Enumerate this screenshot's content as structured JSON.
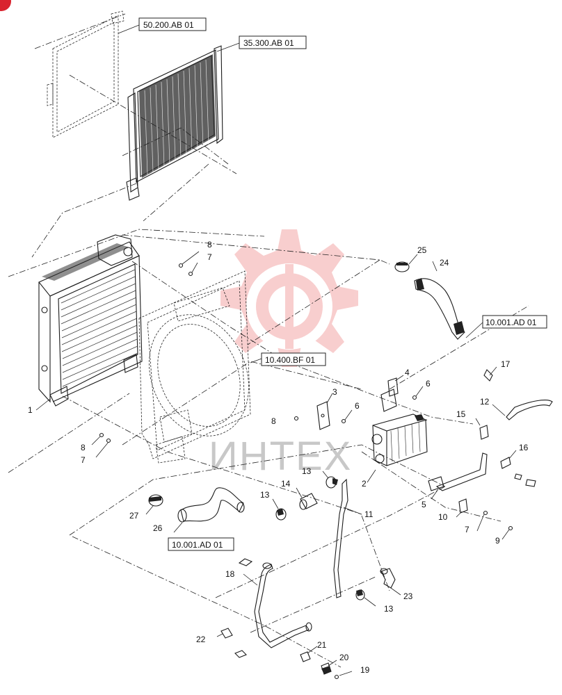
{
  "watermark": {
    "text": "ИНТЕХ",
    "color": "#f3a7a7"
  },
  "corner_badge_color": "#d9232e",
  "references": {
    "r50200": "50.200.AB 01",
    "r35300": "35.300.AB 01",
    "r10400": "10.400.BF 01",
    "r10001a": "10.001.AD 01",
    "r10001b": "10.001.AD 01"
  },
  "callouts": {
    "c1": "1",
    "c2": "2",
    "c3": "3",
    "c4": "4",
    "c5": "5",
    "c6a": "6",
    "c6b": "6",
    "c7a": "7",
    "c7b": "7",
    "c7c": "7",
    "c8a": "8",
    "c8b": "8",
    "c8c": "8",
    "c9": "9",
    "c10": "10",
    "c11": "11",
    "c12": "12",
    "c13a": "13",
    "c13b": "13",
    "c13c": "13",
    "c14": "14",
    "c15": "15",
    "c16": "16",
    "c17": "17",
    "c18": "18",
    "c19": "19",
    "c20": "20",
    "c21": "21",
    "c22": "22",
    "c23": "23",
    "c24": "24",
    "c25": "25",
    "c26": "26",
    "c27": "27"
  }
}
